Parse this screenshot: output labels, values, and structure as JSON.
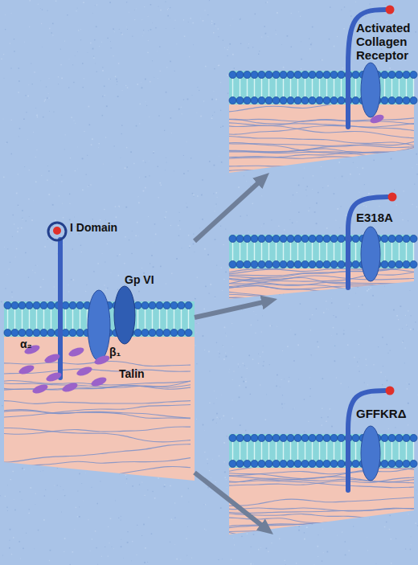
{
  "diagram": {
    "nodes": [
      {
        "text": [
          "I Domain",
          "Gp VI",
          "α₂",
          "β₁",
          "Talin"
        ]
      },
      {
        "text": [
          "Activated Collagen Receptor"
        ]
      },
      {
        "text": [
          "E318A"
        ]
      },
      {
        "text": [
          "GFFKRΔ"
        ]
      }
    ],
    "edges": [
      {
        "from": 0,
        "to": 1,
        "arrow": "to"
      },
      {
        "from": 0,
        "to": 2,
        "arrow": "to"
      },
      {
        "from": 0,
        "to": 3,
        "arrow": "to"
      }
    ]
  }
}
